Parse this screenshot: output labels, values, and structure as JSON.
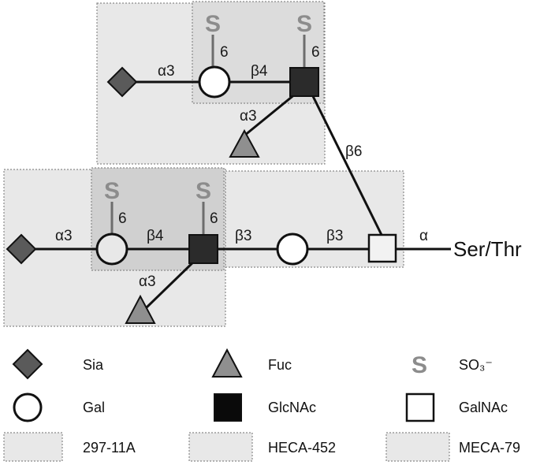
{
  "linkages": {
    "top_sia_gal": "α3",
    "top_gal_glcnac": "β4",
    "top_fuc": "α3",
    "top_sulfo_gal": "6",
    "top_sulfo_glcnac": "6",
    "branch_beta6": "β6",
    "bottom_sia_gal": "α3",
    "bottom_gal_glcnac": "β4",
    "bottom_fuc": "α3",
    "bottom_sulfo_gal": "6",
    "bottom_sulfo_glcnac": "6",
    "glcnac_gal_core": "β3",
    "gal_galnac_core": "β3",
    "galnac_alpha": "α"
  },
  "anchor_label": "Ser/Thr",
  "sulfate_letter": "S",
  "legend": {
    "sia": "Sia",
    "fuc": "Fuc",
    "so3": "SO₃⁻",
    "gal": "Gal",
    "glcnac": "GlcNAc",
    "galnac": "GalNAc",
    "ab1": "297-11A",
    "ab2": "HECA-452",
    "ab3": "MECA-79"
  },
  "colors": {
    "sia_fill": "#5a5a5a",
    "fuc_fill": "#8f8f8f",
    "glcnac_fill": "#2b2b2b",
    "gal_fill": "#ffffff",
    "sulfate": "#8c8c8c",
    "epitope_box": "#e8e8e8"
  }
}
